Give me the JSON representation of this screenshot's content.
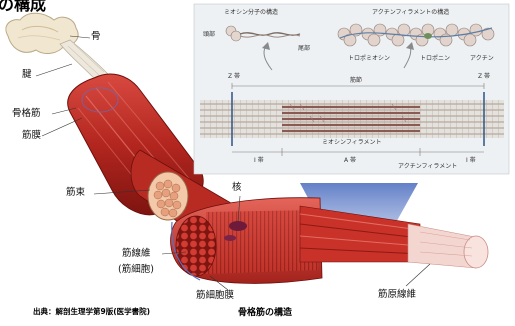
{
  "title_fragment": "の構成",
  "source_note": "出典：解剖生理学第9版(医学書院)",
  "caption": "骨格筋の構造",
  "labels": {
    "bone": "骨",
    "tendon": "腱",
    "skeletal_muscle": "骨格筋",
    "epimysium": "筋膜",
    "fascicle": "筋束",
    "nucleus": "核",
    "muscle_fiber": "筋線維",
    "muscle_cell": "(筋細胞)",
    "sarcolemma": "筋細胞膜",
    "myofibril": "筋原線維"
  },
  "inset": {
    "myosin_molecule": "ミオシン分子の構造",
    "actin_filament_structure": "アクチンフィラメントの構造",
    "head": "頭部",
    "tail": "尾部",
    "tropomyosin": "トロポミオシン",
    "troponin": "トロポニン",
    "actin": "アクチン",
    "z_band_left": "Z 帯",
    "z_band_right": "Z 帯",
    "h_zone": "筋節",
    "myosin_filament": "ミオシンフィラメント",
    "i_band_left": "I 帯",
    "a_band": "A 帯",
    "i_band_right": "I 帯",
    "actin_filament": "アクチンフィラメント"
  },
  "colors": {
    "muscle_red": "#c8322c",
    "muscle_dark": "#8a1a16",
    "muscle_light": "#f0a9a0",
    "bone": "#f1e6cf",
    "tendon": "#eee8dc",
    "membrane_blue": "#5d6fc0",
    "inset_bg": "#eef1f4",
    "inset_line": "#9aa3ad",
    "light_beam": "#8fa6d6"
  }
}
